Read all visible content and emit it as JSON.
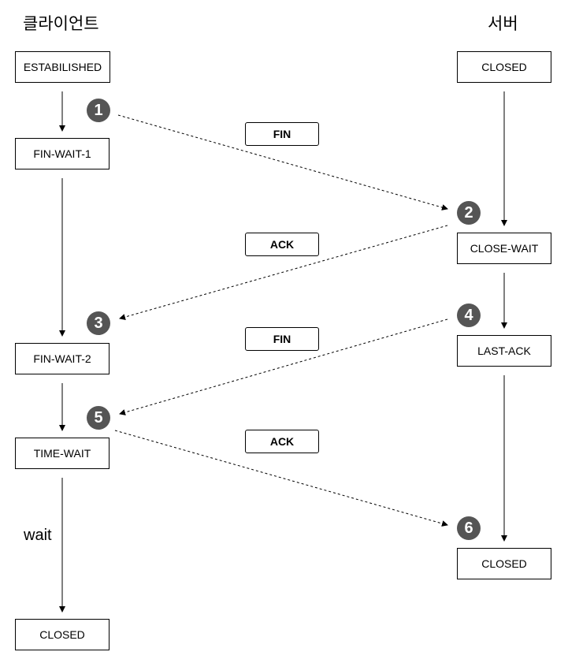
{
  "headers": {
    "client": "클라이언트",
    "server": "서버"
  },
  "client_states": [
    "ESTABILISHED",
    "FIN-WAIT-1",
    "FIN-WAIT-2",
    "TIME-WAIT",
    "CLOSED"
  ],
  "server_states": [
    "CLOSED",
    "CLOSE-WAIT",
    "LAST-ACK",
    "CLOSED"
  ],
  "messages": [
    "FIN",
    "ACK",
    "FIN",
    "ACK"
  ],
  "steps": [
    "1",
    "2",
    "3",
    "4",
    "5",
    "6"
  ],
  "wait_label": "wait",
  "colors": {
    "step_badge": "#555555",
    "line": "#000000"
  }
}
